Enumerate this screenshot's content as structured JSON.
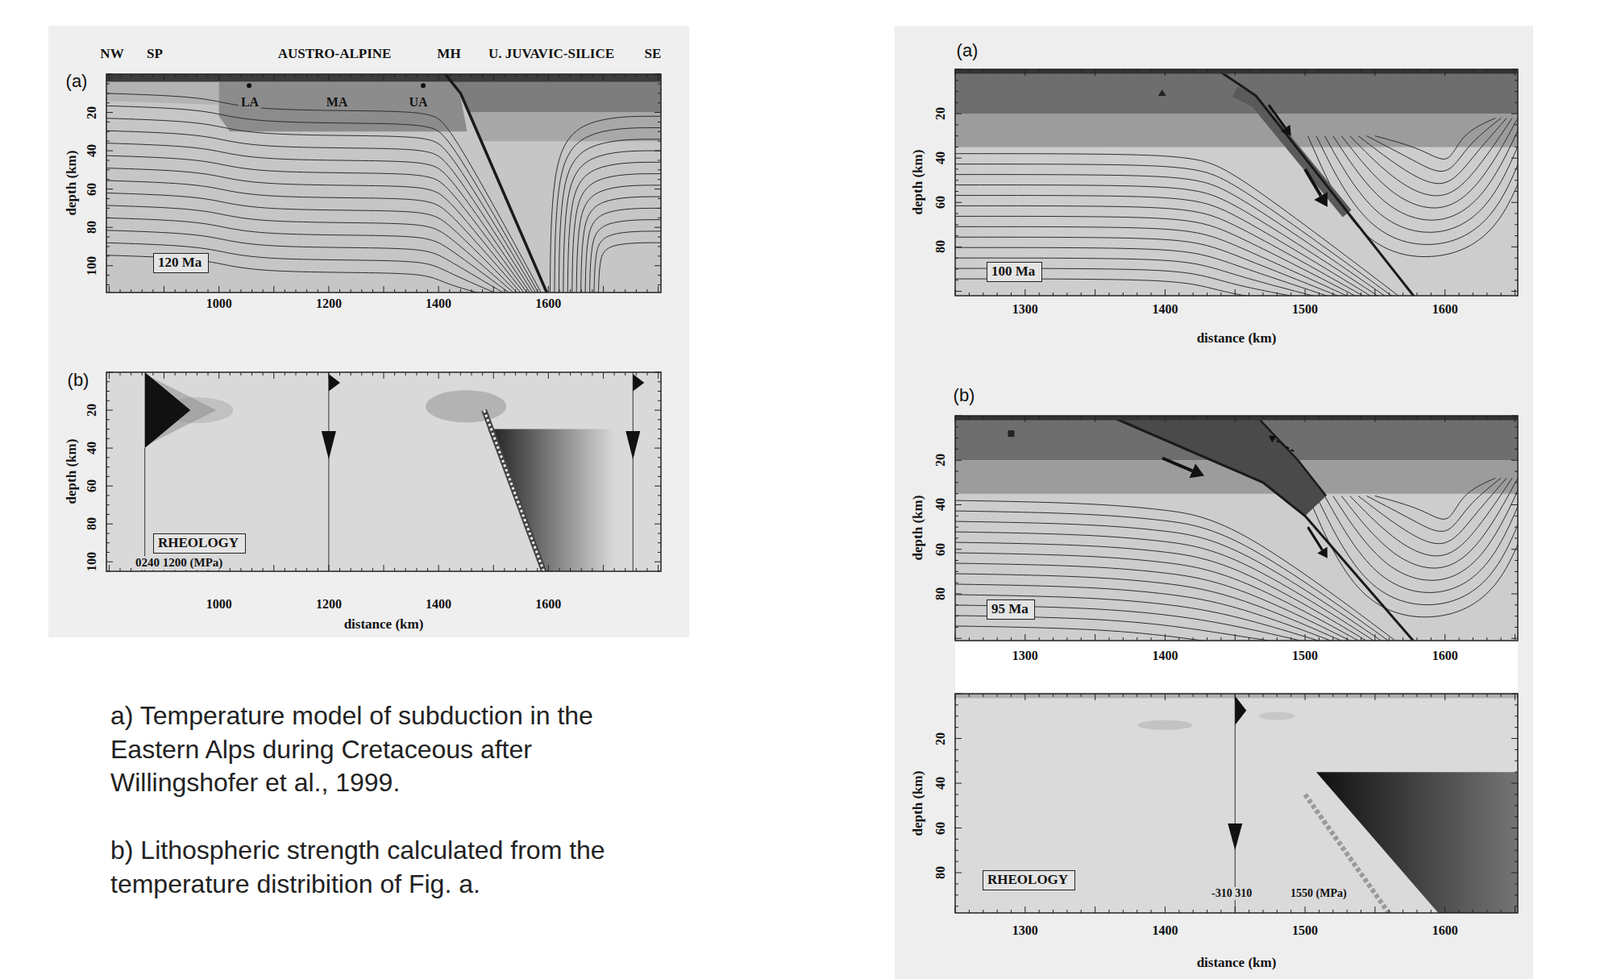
{
  "diagram": {
    "nodes": [
      {
        "text": [
          "120 Ma"
        ]
      },
      {
        "text": [
          "RHEOLOGY"
        ]
      },
      {
        "text": [
          "100 Ma"
        ]
      },
      {
        "text": [
          "95 Ma"
        ]
      },
      {
        "text": [
          "RHEOLOGY"
        ]
      }
    ],
    "labels": [
      "NW",
      "SP",
      "AUSTRO-ALPINE",
      "MH",
      "U. JUVAVIC-SILICE",
      "SE",
      "(a)",
      "depth (km)",
      "20",
      "40",
      "60",
      "80",
      "100",
      "LA",
      "MA",
      "UA",
      "1000",
      "1200",
      "1400",
      "1600",
      "(b)",
      "depth (km)",
      "20",
      "40",
      "60",
      "80",
      "100",
      "0240 1200 (MPa)",
      "1000",
      "1200",
      "1400",
      "1600",
      "distance (km)",
      "a) Temperature model of subduction in the Eastern Alps during Cretaceous after Willingshofer et al., 1999.",
      "b) Lithospheric strength calculated from the temperature distribition of Fig. a.",
      "(a)",
      "depth (km)",
      "20",
      "40",
      "60",
      "80",
      "1300",
      "1400",
      "1500",
      "1600",
      "distance (km)",
      "(b)",
      "depth (km)",
      "20",
      "40",
      "60",
      "80",
      "1300",
      "1400",
      "1500",
      "1600",
      "depth (km)",
      "20",
      "40",
      "60",
      "80",
      "-310 310",
      "1550 (MPa)",
      "1300",
      "1400",
      "1500",
      "1600",
      "distance (km)"
    ]
  }
}
